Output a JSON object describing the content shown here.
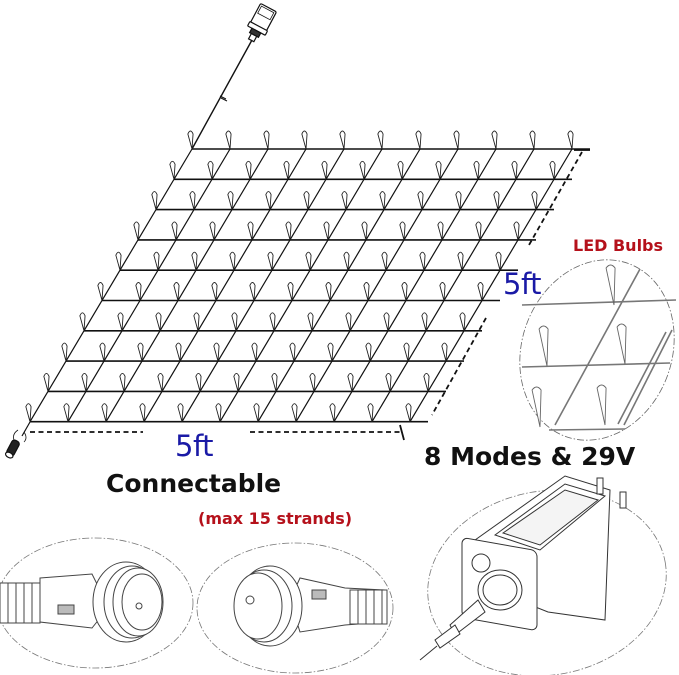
{
  "labels": {
    "width_dimension": "5ft",
    "height_dimension": "5ft",
    "connectable": "Connectable",
    "max_strands": "(max 15 strands)",
    "led_bulbs": "LED Bulbs",
    "modes_voltage": "8 Modes & 29V"
  },
  "colors": {
    "dimension_text": "#1a1aa6",
    "feature_text": "#111111",
    "note_text": "#b5111b",
    "line_art": "#111111",
    "detail_art": "#555555",
    "background": "#ffffff"
  },
  "net_grid": {
    "rows": 10,
    "columns": 11,
    "top_left_node": [
      192,
      149
    ],
    "column_spacing": 38,
    "row_spacing": 30.3,
    "row_shift": -18
  },
  "callouts": [
    {
      "name": "led-bulbs-detail",
      "shape": "ellipse"
    },
    {
      "name": "male-connector-detail",
      "shape": "ellipse"
    },
    {
      "name": "female-connector-detail",
      "shape": "ellipse"
    },
    {
      "name": "power-adapter-detail",
      "shape": "ellipse"
    }
  ]
}
